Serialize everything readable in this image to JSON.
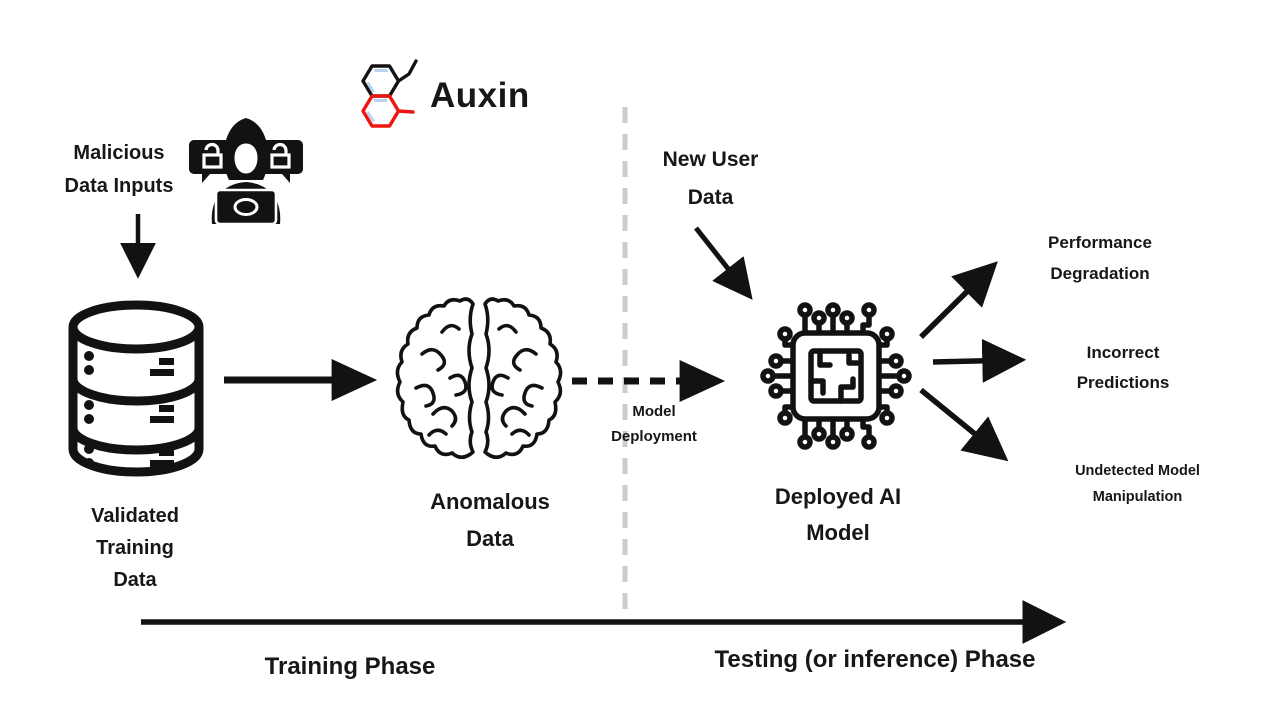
{
  "brand": {
    "name": "Auxin"
  },
  "labels": {
    "malicious_inputs": {
      "line1": "Malicious",
      "line2": "Data Inputs"
    },
    "validated_training_data": {
      "line1": "Validated",
      "line2": "Training",
      "line3": "Data"
    },
    "anomalous_data": {
      "line1": "Anomalous",
      "line2": "Data"
    },
    "model_deployment": {
      "line1": "Model",
      "line2": "Deployment"
    },
    "new_user_data": {
      "line1": "New User",
      "line2": "Data"
    },
    "deployed_ai_model": {
      "line1": "Deployed AI",
      "line2": "Model"
    },
    "performance_degradation": {
      "line1": "Performance",
      "line2": "Degradation"
    },
    "incorrect_predictions": {
      "line1": "Incorrect",
      "line2": "Predictions"
    },
    "undetected_model_manipulation": {
      "line1": "Undetected Model",
      "line2": "Manipulation"
    },
    "training_phase": "Training Phase",
    "testing_phase": "Testing (or inference) Phase"
  },
  "icons": {
    "hacker": "hooded-hacker-with-laptop-and-unlocked-padlock-bubbles",
    "database": "three-tier-database-cylinder",
    "brain": "brain-top-view-outline",
    "chip": "ai-processor-chip-with-pins",
    "molecule": "naphthalene-molecule-logo"
  },
  "colors": {
    "ink": "#121212",
    "logo_red": "#ee1511",
    "bond_blue": "#b9d3ec",
    "divider_gray": "#cccccc",
    "background": "#ffffff"
  }
}
